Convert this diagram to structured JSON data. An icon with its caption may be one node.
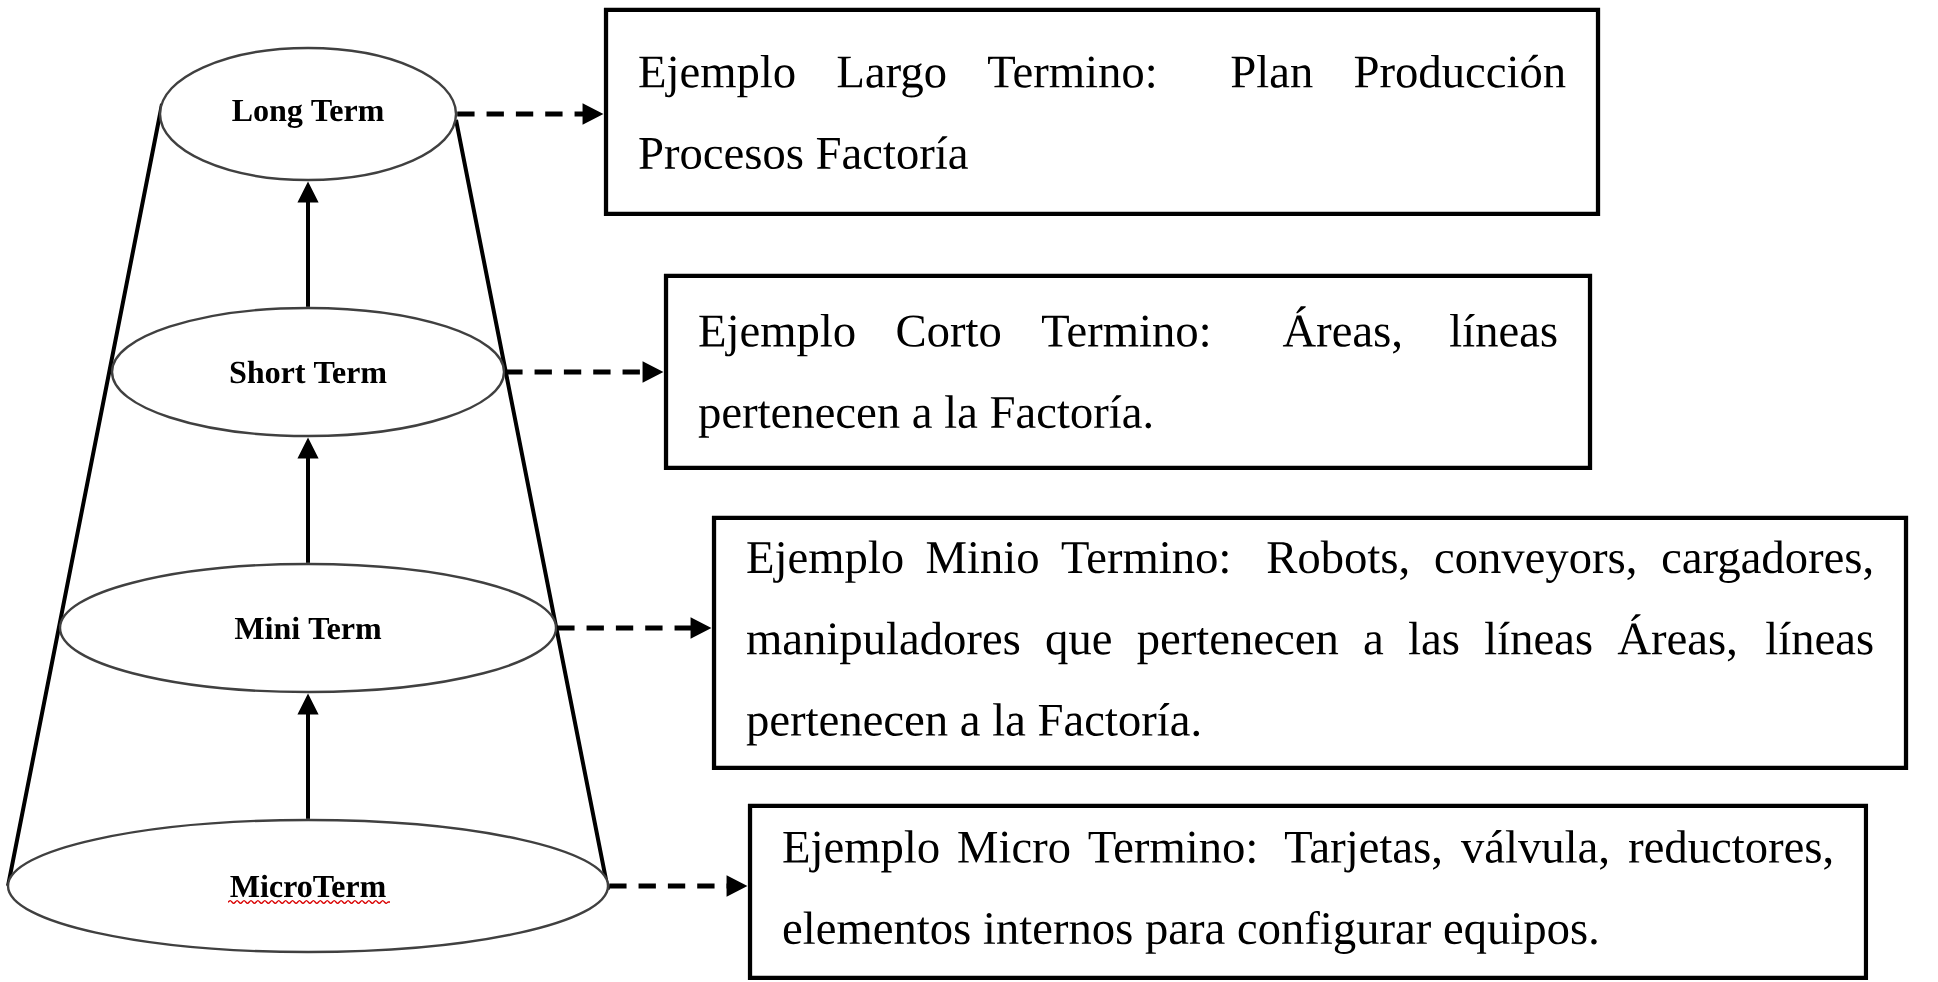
{
  "diagram": {
    "nodes": [
      {
        "text": [
          "Long Term"
        ]
      },
      {
        "text": [
          "Short Term"
        ]
      },
      {
        "text": [
          "Mini Term"
        ]
      },
      {
        "text": [
          "MicroTerm"
        ]
      },
      {
        "text": [
          "Ejemplo Largo Termino: Plan Producción Procesos Factoría"
        ]
      },
      {
        "text": [
          "Ejemplo Corto Termino: Áreas, líneas pertenecen a la Factoría."
        ]
      },
      {
        "text": [
          "Ejemplo Minio Termino: Robots, conveyors, cargadores, manipuladores que pertenecen a las líneas Áreas, líneas pertenecen a la Factoría."
        ]
      },
      {
        "text": [
          "Ejemplo Micro Termino: Tarjetas, válvula, reductores, elementos internos para configurar equipos."
        ]
      }
    ],
    "edges": [
      {
        "from": 1,
        "to": 0,
        "arrow": "to"
      },
      {
        "from": 2,
        "to": 1,
        "arrow": "to"
      },
      {
        "from": 3,
        "to": 2,
        "arrow": "to"
      },
      {
        "from": 0,
        "to": 4,
        "arrow": "to",
        "style": "dashed"
      },
      {
        "from": 1,
        "to": 5,
        "arrow": "to",
        "style": "dashed"
      },
      {
        "from": 2,
        "to": 6,
        "arrow": "to",
        "style": "dashed"
      },
      {
        "from": 3,
        "to": 7,
        "arrow": "to",
        "style": "dashed"
      }
    ]
  }
}
